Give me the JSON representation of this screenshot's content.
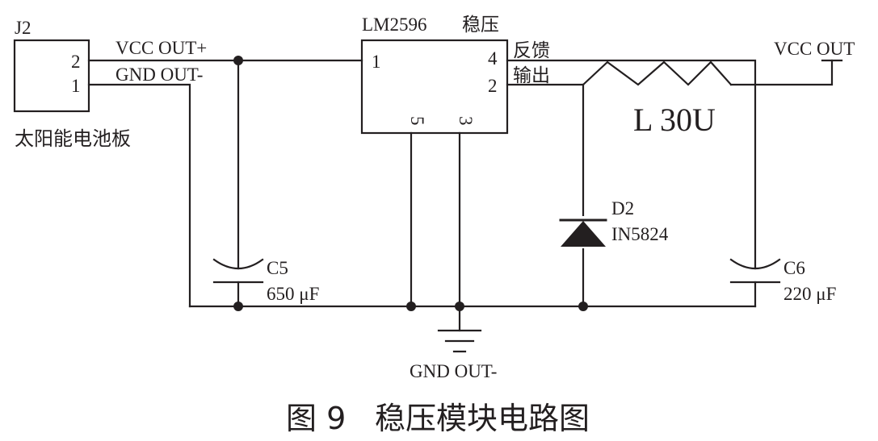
{
  "connector": {
    "ref": "J2",
    "pin_2": "2",
    "pin_1": "1",
    "description": "太阳能电池板"
  },
  "nets": {
    "vcc_in": "VCC OUT+",
    "gnd_in": "GND OUT-",
    "vcc_out": "VCC OUT",
    "gnd_out": "GND OUT-"
  },
  "regulator": {
    "part": "LM2596",
    "function": "稳压",
    "pin_1": "1",
    "pin_4": "4",
    "pin_2": "2",
    "pin_5": "5",
    "pin_3": "3",
    "pin_4_name": "反馈",
    "pin_2_name": "输出"
  },
  "inductor": {
    "label": "L 30U"
  },
  "diode": {
    "ref": "D2",
    "part": "IN5824"
  },
  "capacitors": [
    {
      "ref": "C5",
      "value": "650 μF"
    },
    {
      "ref": "C6",
      "value": "220 μF"
    }
  ],
  "caption": {
    "number": "图 9",
    "title": "稳压模块电路图"
  },
  "colors": {
    "ink": "#231f20",
    "background": "#ffffff"
  }
}
